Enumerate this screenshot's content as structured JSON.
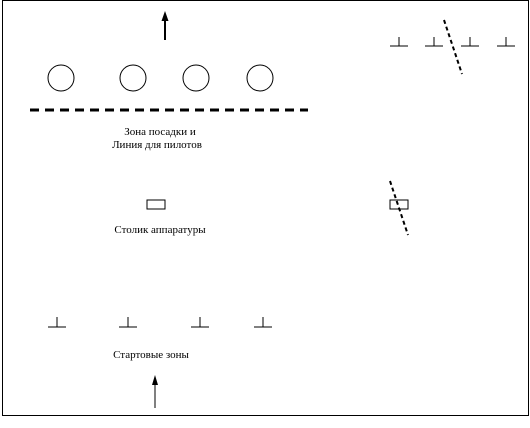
{
  "labels": {
    "landing_zone_line1": "Зона посадки и",
    "landing_zone_line2": "Линия для пилотов",
    "equipment_table": "Столик аппаратуры",
    "start_zones": "Стартовые зоны"
  },
  "colors": {
    "ink": "#000000",
    "background": "#ffffff"
  },
  "icons": {
    "arrow": "arrow-up-icon",
    "landing_circle": "circle-icon",
    "start_marker": "inverted-t-icon",
    "table": "rectangle-icon"
  }
}
